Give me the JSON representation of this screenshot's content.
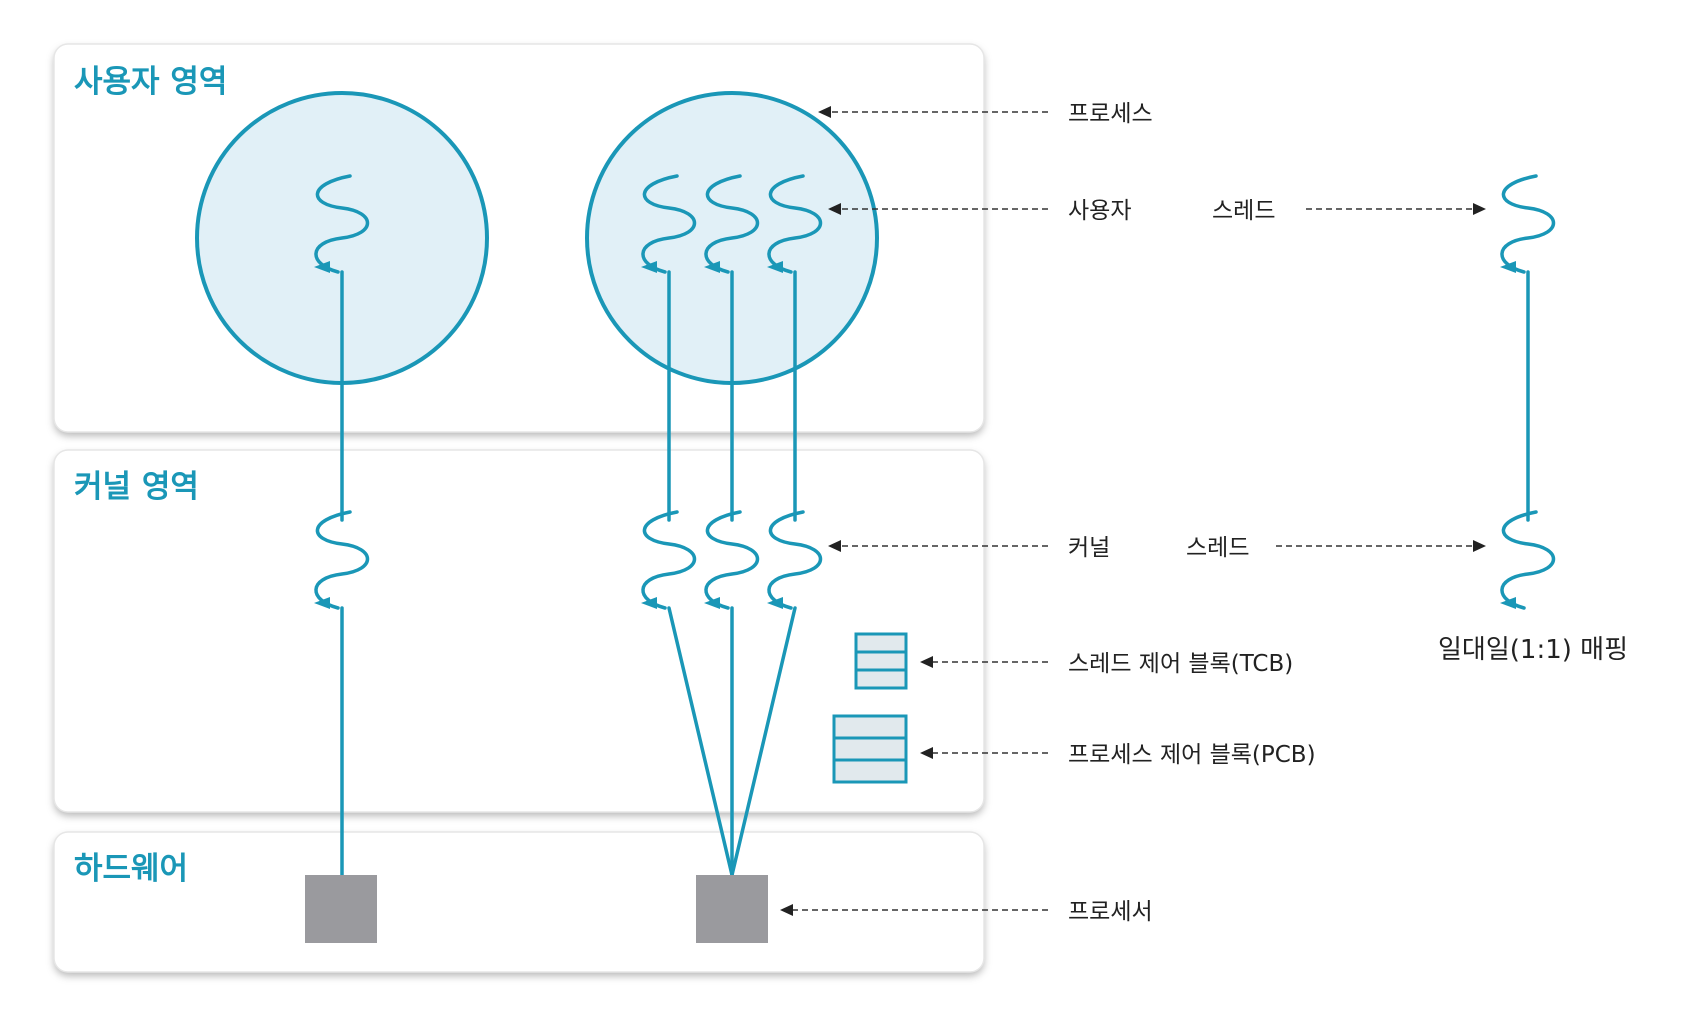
{
  "regions": {
    "user": "사용자 영역",
    "kernel": "커널 영역",
    "hardware": "하드웨어"
  },
  "callouts": {
    "process": "프로세스",
    "user_thread_left": "사용자",
    "user_thread_right": "스레드",
    "kernel_thread_left": "커널",
    "kernel_thread_right": "스레드",
    "tcb": "스레드 제어 블록(TCB)",
    "pcb": "프로세스 제어 블록(PCB)",
    "processor": "프로세서"
  },
  "legend": {
    "caption": "일대일(1:1) 매핑"
  },
  "colors": {
    "accent": "#1a97b7",
    "process_fill": "#e1f0f7",
    "processor_fill": "#9a9a9e",
    "block_fill": "#e1e9ed"
  }
}
